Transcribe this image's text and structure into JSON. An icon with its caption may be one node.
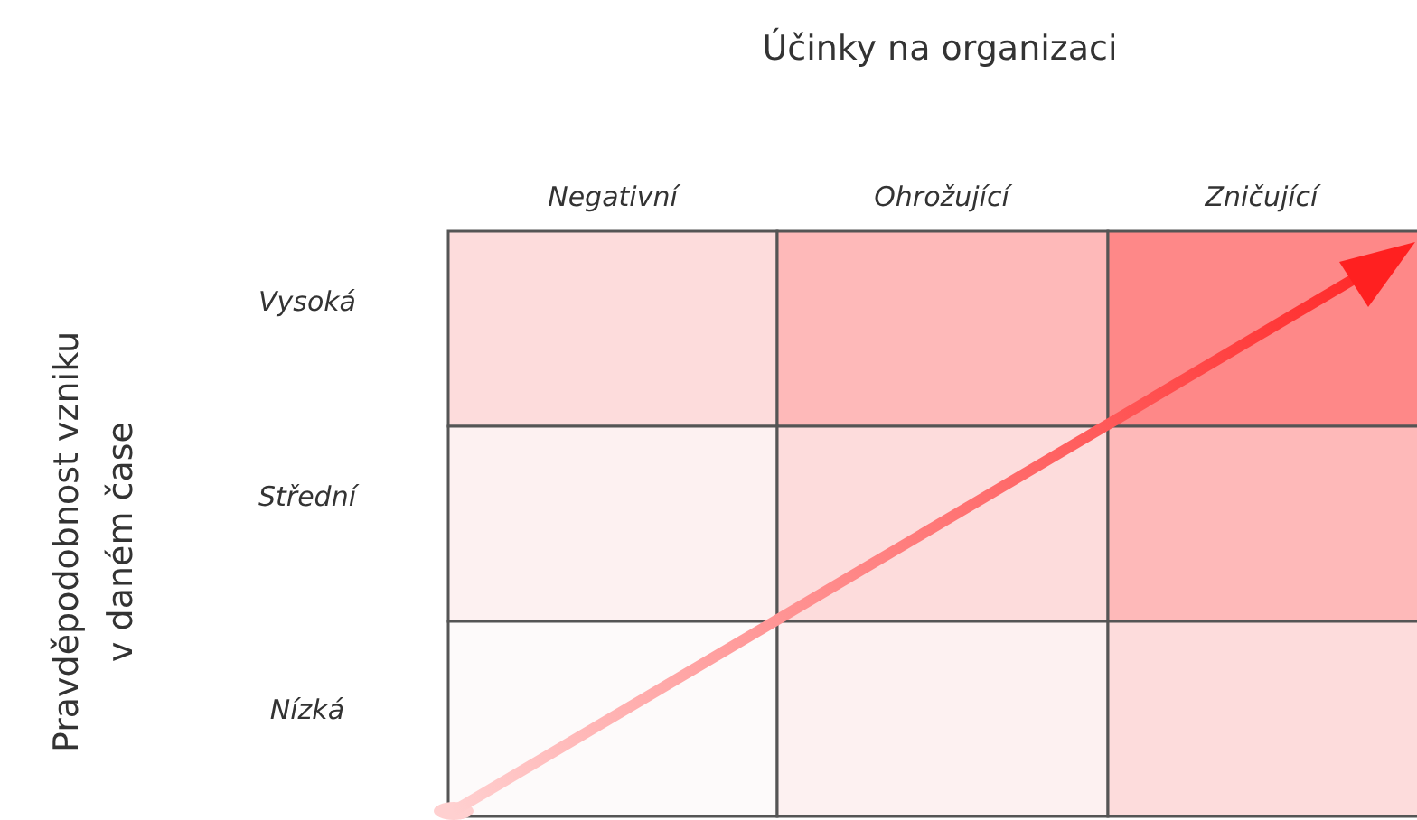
{
  "diagram": {
    "labels": [
      "Účinky na organizaci",
      "Negativní",
      "Ohrožující",
      "Zničující",
      "Vysoká",
      "Střední",
      "Nízká",
      "Pravděpodobnost vzniku v daném čase"
    ]
  }
}
